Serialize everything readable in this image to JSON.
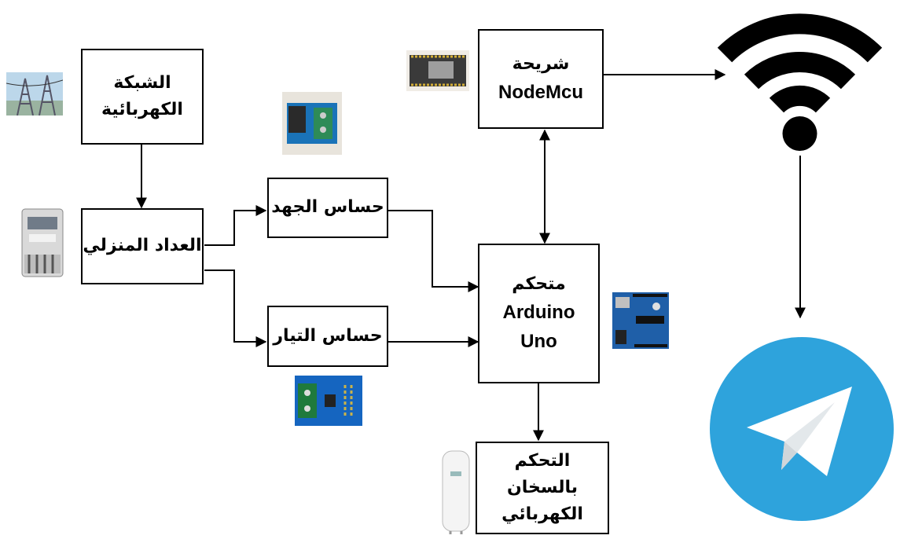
{
  "boxes": {
    "grid": {
      "line1": "الشبكة",
      "line2": "الكهربائية"
    },
    "meter": {
      "line1": "العداد المنزلي"
    },
    "voltage_sensor": {
      "line1": "حساس الجهد"
    },
    "current_sensor": {
      "line1": "حساس التيار"
    },
    "nodemcu": {
      "line1": "شريحة",
      "line2": "NodeMcu"
    },
    "arduino": {
      "line1": "متحكم",
      "line2": "Arduino",
      "line3": "Uno"
    },
    "heater": {
      "line1": "التحكم بالسخان",
      "line2": "الكهربائي"
    }
  },
  "icons": {
    "pictures": [
      "power-lines-photo",
      "electric-meter-photo",
      "voltage-sensor-photo",
      "nodemcu-board-photo",
      "arduino-uno-photo",
      "current-sensor-photo",
      "water-heater-photo"
    ],
    "wifi": "wifi-icon",
    "telegram": "telegram-icon"
  },
  "colors": {
    "telegram_blue": "#2ea3dc",
    "line": "#000000",
    "box_border": "#000000",
    "arduino_blue": "#1f5fa8",
    "sensor_green": "#1f7a3c"
  }
}
